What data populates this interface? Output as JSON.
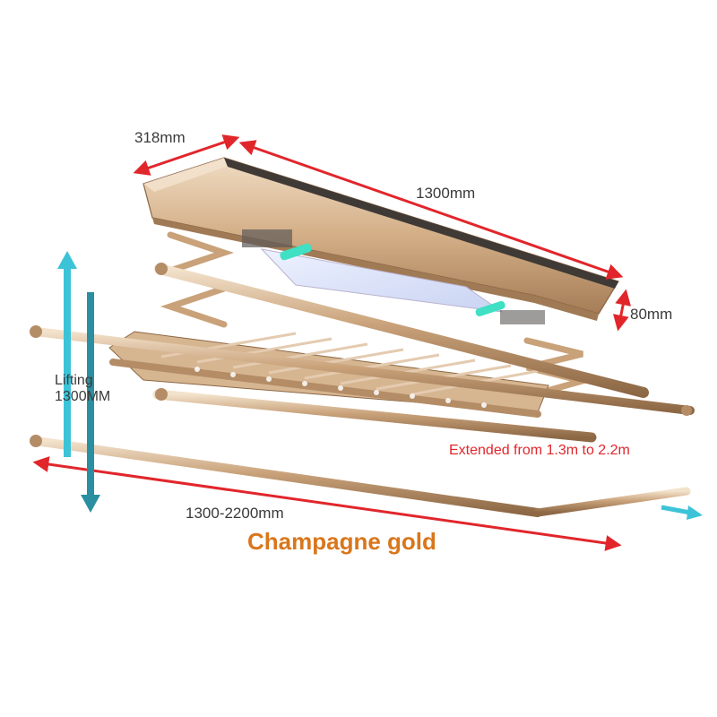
{
  "labels": {
    "depth": "318mm",
    "length": "1300mm",
    "height": "80mm",
    "lifting_line1": "Lifting",
    "lifting_line2": "1300MM",
    "extended": "Extended from 1.3m to 2.2m",
    "span": "1300-2200mm",
    "color_name": "Champagne gold"
  },
  "colors": {
    "gold": "#c9a27a",
    "gold_dark": "#9b7450",
    "gold_light": "#efdcc4",
    "arrow_red": "#e1262b",
    "arrow_cyan": "#3cc3d8",
    "arrow_teal": "#2a8fa0",
    "color_label": "#d9761b"
  }
}
